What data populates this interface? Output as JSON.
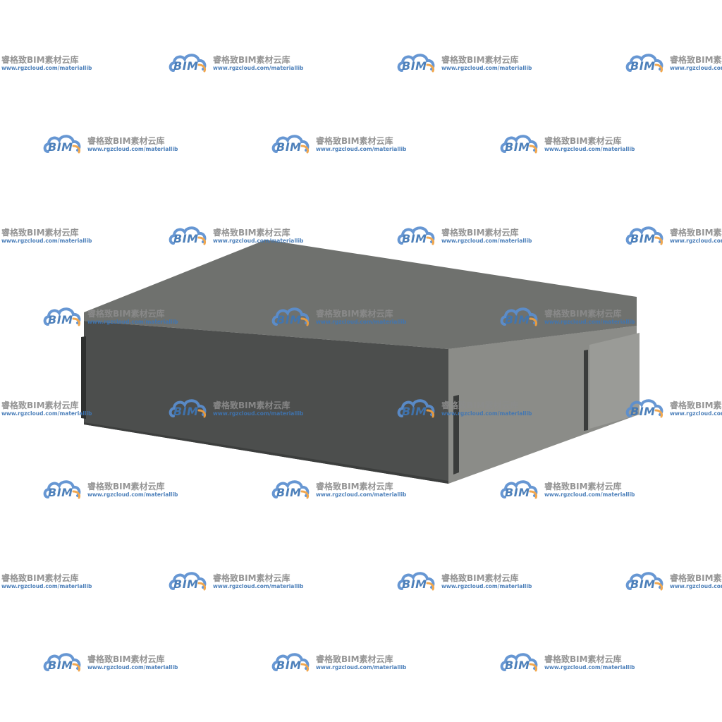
{
  "watermark": {
    "logo_text": "BIM",
    "title": "睿格致BIM素材云库",
    "url": "www.rgzcloud.com/materiallib",
    "cloud_color": "#5b8fd0",
    "accent_color": "#f0a040",
    "text_color": "#3e76b5"
  },
  "model": {
    "object": "rectangular-box-component",
    "top_color": "#6e706d",
    "front_color": "#4b4d4c",
    "side_color": "#8a8a86"
  }
}
